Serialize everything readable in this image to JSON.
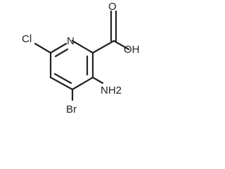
{
  "molecule": {
    "labels": {
      "oxygen_carbonyl": "O",
      "hydroxyl": "OH",
      "nitrogen_ring": "N",
      "chlorine": "Cl",
      "amino": "NH2",
      "bromine": "Br"
    }
  }
}
